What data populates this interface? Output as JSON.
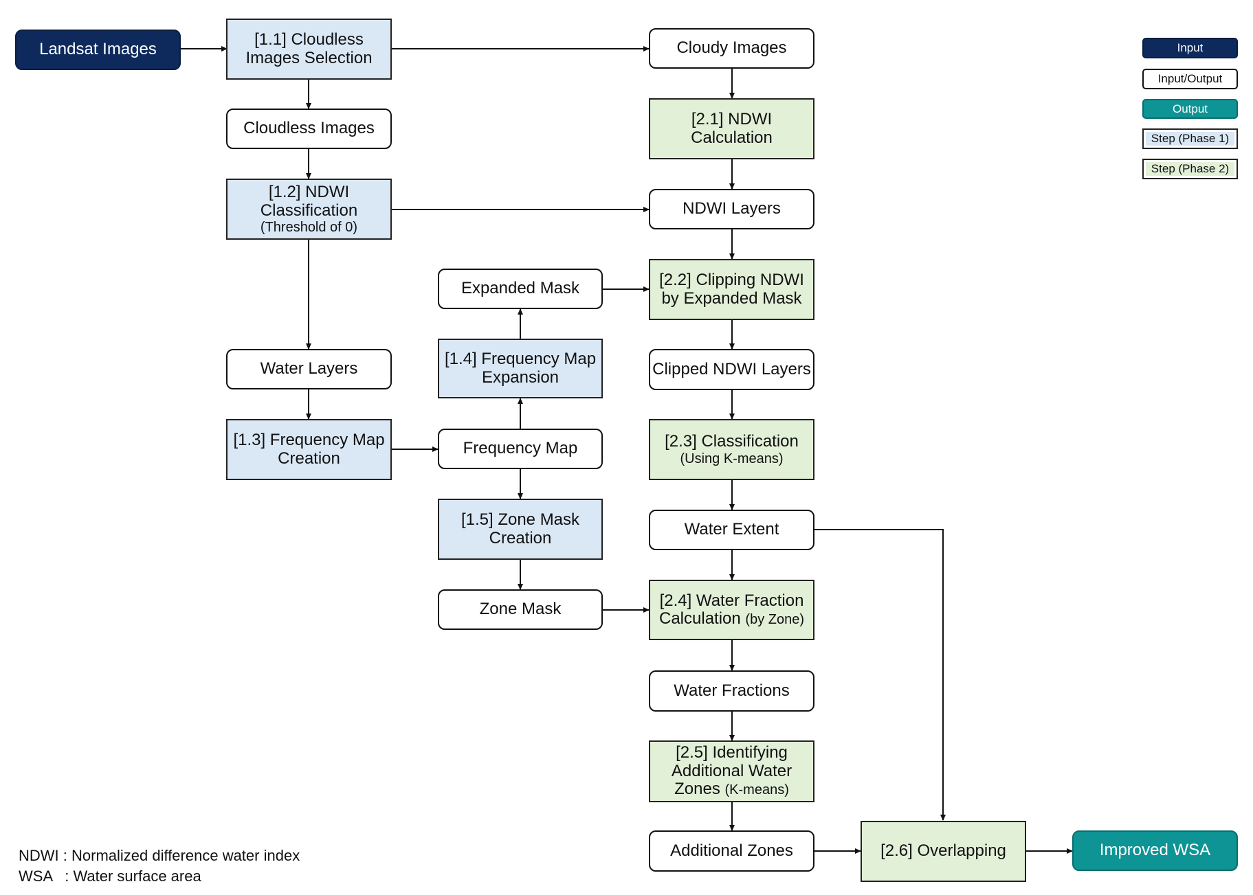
{
  "nodes": {
    "landsat_images": "Landsat Images",
    "s1_1": {
      "line1": "[1.1] Cloudless",
      "line2": "Images Selection"
    },
    "cloudless_images": "Cloudless Images",
    "s1_2": {
      "line1": "[1.2] NDWI",
      "line2": "Classification",
      "line3": "(Threshold of 0)"
    },
    "water_layers": "Water Layers",
    "s1_3": {
      "line1": "[1.3] Frequency Map",
      "line2": "Creation"
    },
    "expanded_mask": "Expanded Mask",
    "s1_4": {
      "line1": "[1.4] Frequency Map",
      "line2": "Expansion"
    },
    "frequency_map": "Frequency Map",
    "s1_5": {
      "line1": "[1.5] Zone Mask",
      "line2": "Creation"
    },
    "zone_mask": "Zone Mask",
    "cloudy_images": "Cloudy Images",
    "s2_1": {
      "line1": "[2.1] NDWI",
      "line2": "Calculation"
    },
    "ndwi_layers": "NDWI Layers",
    "s2_2": {
      "line1": "[2.2] Clipping NDWI",
      "line2": "by Expanded Mask"
    },
    "clipped_ndwi_layers": "Clipped NDWI Layers",
    "s2_3": {
      "line1": "[2.3] Classification",
      "line2": "(Using K-means)"
    },
    "water_extent": "Water Extent",
    "s2_4": {
      "line1": "[2.4] Water Fraction",
      "line2a": "Calculation",
      "line2b": "(by Zone)"
    },
    "water_fractions": "Water Fractions",
    "s2_5": {
      "line1": "[2.5] Identifying",
      "line2": "Additional Water",
      "line3a": "Zones",
      "line3b": "(K-means)"
    },
    "additional_zones": "Additional Zones",
    "s2_6": "[2.6] Overlapping",
    "improved_wsa": "Improved WSA"
  },
  "legend": {
    "input": "Input",
    "input_output": "Input/Output",
    "output": "Output",
    "step_phase1": "Step (Phase 1)",
    "step_phase2": "Step (Phase 2)"
  },
  "footnotes": {
    "ndwi": "NDWI : Normalized difference water index",
    "wsa": "WSA   : Water surface area"
  },
  "colors": {
    "input_fill": "#0e2a5c",
    "output_fill": "#0e9494",
    "phase1_fill": "#dae7f5",
    "phase2_fill": "#e3f0d8",
    "line": "#111111"
  }
}
